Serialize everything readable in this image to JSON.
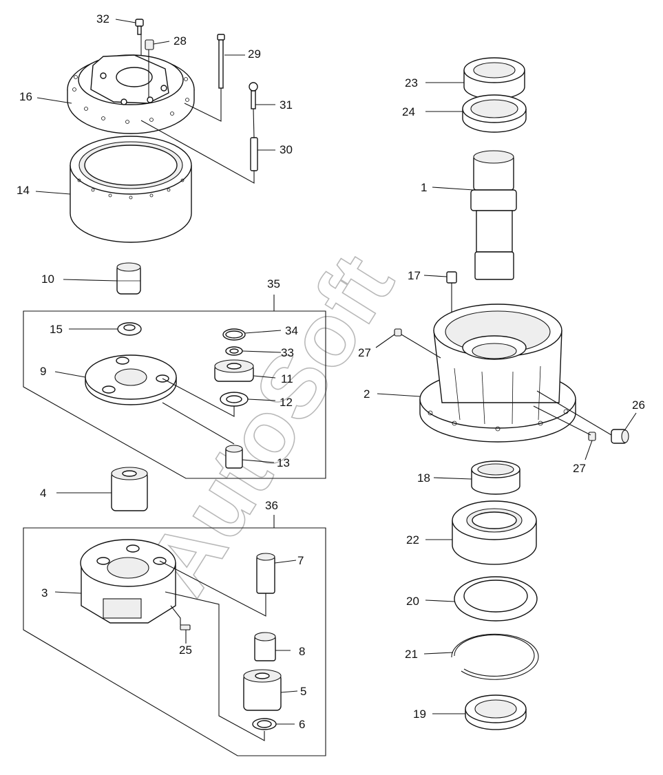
{
  "watermark": "AutoSoft",
  "callouts": [
    {
      "id": "c32",
      "text": "32"
    },
    {
      "id": "c28",
      "text": "28"
    },
    {
      "id": "c29",
      "text": "29"
    },
    {
      "id": "c16",
      "text": "16"
    },
    {
      "id": "c31",
      "text": "31"
    },
    {
      "id": "c30",
      "text": "30"
    },
    {
      "id": "c14",
      "text": "14"
    },
    {
      "id": "c23",
      "text": "23"
    },
    {
      "id": "c24",
      "text": "24"
    },
    {
      "id": "c1",
      "text": "1"
    },
    {
      "id": "c10",
      "text": "10"
    },
    {
      "id": "c35",
      "text": "35"
    },
    {
      "id": "c17",
      "text": "17"
    },
    {
      "id": "c15",
      "text": "15"
    },
    {
      "id": "c34",
      "text": "34"
    },
    {
      "id": "c33",
      "text": "33"
    },
    {
      "id": "c9",
      "text": "9"
    },
    {
      "id": "c11",
      "text": "11"
    },
    {
      "id": "c12",
      "text": "12"
    },
    {
      "id": "c27a",
      "text": "27"
    },
    {
      "id": "c2",
      "text": "2"
    },
    {
      "id": "c26",
      "text": "26"
    },
    {
      "id": "c27b",
      "text": "27"
    },
    {
      "id": "c13",
      "text": "13"
    },
    {
      "id": "c4",
      "text": "4"
    },
    {
      "id": "c18",
      "text": "18"
    },
    {
      "id": "c36",
      "text": "36"
    },
    {
      "id": "c22",
      "text": "22"
    },
    {
      "id": "c7",
      "text": "7"
    },
    {
      "id": "c3",
      "text": "3"
    },
    {
      "id": "c20",
      "text": "20"
    },
    {
      "id": "c25",
      "text": "25"
    },
    {
      "id": "c8",
      "text": "8"
    },
    {
      "id": "c21",
      "text": "21"
    },
    {
      "id": "c5",
      "text": "5"
    },
    {
      "id": "c19",
      "text": "19"
    },
    {
      "id": "c6",
      "text": "6"
    }
  ]
}
